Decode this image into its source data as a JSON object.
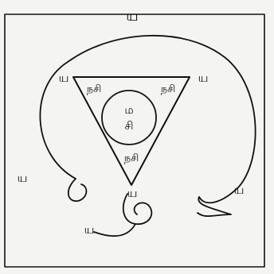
{
  "diagram": {
    "outer_top_label": "ய",
    "corner_left_label": "ய",
    "corner_right_label": "ய",
    "corner_bottom_label": "ய",
    "circle_line1": "ம",
    "circle_line2": "சி",
    "edge_top_left": "நசி",
    "edge_top_right": "நசி",
    "edge_bottom": "நசி",
    "left_curl_label": "ய",
    "right_curl_label": "ய",
    "bottom_curl_label": "ய"
  },
  "colors": {
    "ink": "#111111",
    "paper": "#f4f4f2"
  }
}
